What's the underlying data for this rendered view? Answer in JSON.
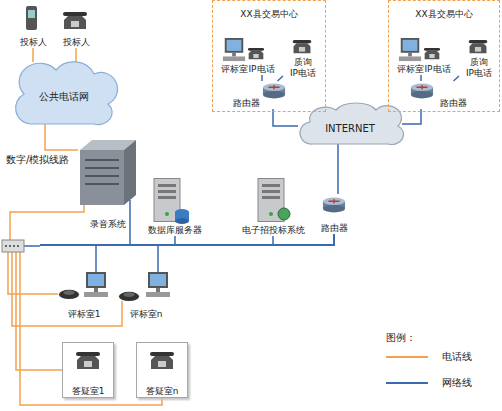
{
  "diagram": {
    "nodes": [
      {
        "text": [
          "投标人"
        ]
      },
      {
        "text": [
          "投标人"
        ]
      },
      {
        "text": [
          "公共电话网"
        ]
      },
      {
        "text": [
          "录音系统"
        ]
      },
      {
        "text": [
          "数据库服务器"
        ]
      },
      {
        "text": [
          "电子招投标系统"
        ]
      },
      {
        "text": [
          "XX县交易中心"
        ]
      },
      {
        "text": [
          "评标室IP电话"
        ],
        "in": 6
      },
      {
        "text": [
          "质询 IP电话"
        ],
        "in": 6
      },
      {
        "text": [
          "路由器"
        ],
        "in": 6
      },
      {
        "text": [
          "XX县交易中心"
        ]
      },
      {
        "text": [
          "评标室IP电话"
        ],
        "in": 10
      },
      {
        "text": [
          "质询 IP电话"
        ],
        "in": 10
      },
      {
        "text": [
          "路由器"
        ],
        "in": 10
      },
      {
        "text": [
          "INTERNET"
        ]
      },
      {
        "text": [
          "路由器"
        ]
      },
      {
        "text": [
          "评标室1"
        ]
      },
      {
        "text": [
          "评标室n"
        ]
      },
      {
        "text": [
          "答疑室1"
        ]
      },
      {
        "text": [
          "答疑室n"
        ]
      }
    ],
    "edges": [
      {
        "from": 0,
        "to": 2,
        "arrow": "none"
      },
      {
        "from": 1,
        "to": 2,
        "arrow": "none"
      },
      {
        "from": 2,
        "to": 3,
        "label": "数字/模拟线路",
        "arrow": "none"
      },
      {
        "from": 9,
        "to": 14,
        "arrow": "none"
      },
      {
        "from": 13,
        "to": 14,
        "arrow": "none"
      },
      {
        "from": 15,
        "to": 14,
        "arrow": "none"
      },
      {
        "from": 7,
        "to": 9,
        "arrow": "none"
      },
      {
        "from": 8,
        "to": 9,
        "arrow": "none"
      },
      {
        "from": 11,
        "to": 13,
        "arrow": "none"
      },
      {
        "from": 12,
        "to": 13,
        "arrow": "none"
      }
    ],
    "labels": [
      "图例："
    ],
    "legend": [
      {
        "text": "电话线"
      },
      {
        "text": "网络线"
      }
    ]
  }
}
